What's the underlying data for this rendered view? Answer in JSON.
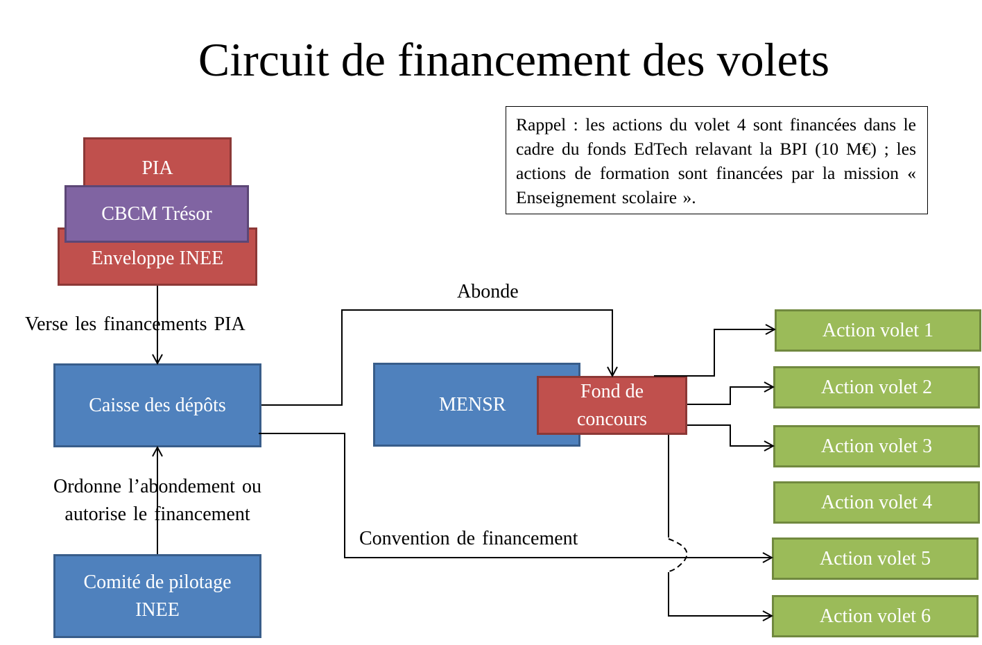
{
  "title": "Circuit de financement des volets",
  "note": "Rappel : les actions du volet 4 sont financées dans le cadre du fonds EdTech relavant la BPI (10 M€) ; les actions de formation sont financées par la mission « Enseignement scolaire ».",
  "nodes": {
    "pia": "PIA",
    "cbcm": "CBCM Trésor",
    "enveloppe": "Enveloppe INEE",
    "caisse": "Caisse des dépôts",
    "mensr": "MENSR",
    "fond_line1": "Fond de",
    "fond_line2": "concours",
    "comite_line1": "Comité de pilotage",
    "comite_line2": "INEE",
    "actions": [
      "Action volet 1",
      "Action volet 2",
      "Action volet 3",
      "Action volet 4",
      "Action volet 5",
      "Action volet 6"
    ]
  },
  "edge_labels": {
    "verse": "Verse les financements PIA",
    "abonde": "Abonde",
    "ordonne_line1": "Ordonne l’abondement ou",
    "ordonne_line2": "autorise le financement",
    "convention": "Convention  de financement"
  },
  "colors": {
    "red": "#c0504d",
    "purple": "#8064a2",
    "blue": "#4f81bd",
    "green": "#9bbb59"
  }
}
